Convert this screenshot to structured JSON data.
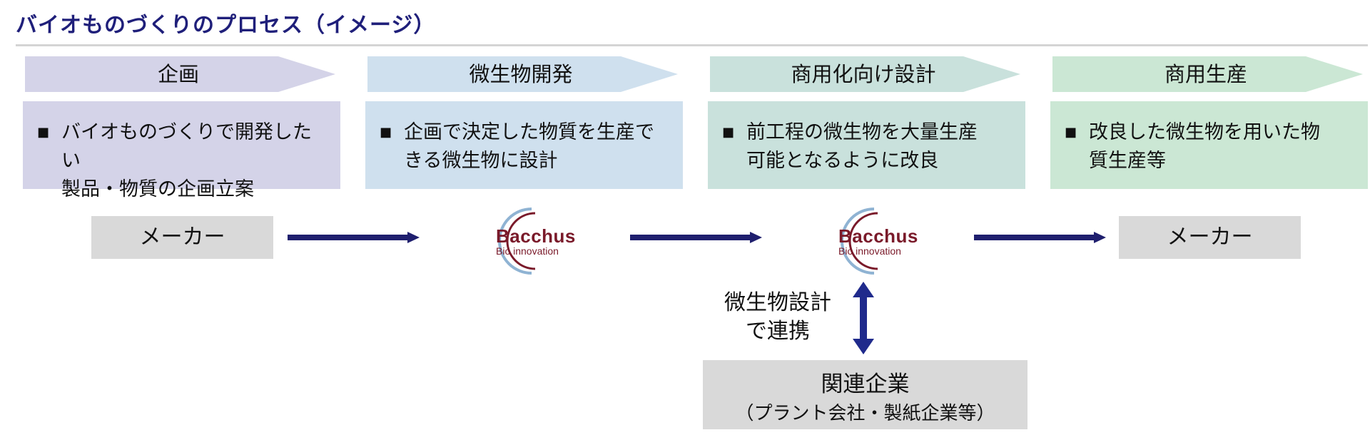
{
  "title": "バイオものづくりのプロセス（イメージ）",
  "stages": [
    {
      "label": "企画",
      "lines": [
        "バイオものづくりで開発したい",
        "製品・物質の企画立案"
      ]
    },
    {
      "label": "微生物開発",
      "lines": [
        "企画で決定した物質を生産で",
        "きる微生物に設計"
      ]
    },
    {
      "label": "商用化向け設計",
      "lines": [
        "前工程の微生物を大量生産",
        "可能となるように改良"
      ]
    },
    {
      "label": "商用生産",
      "lines": [
        "改良した微生物を用いた物",
        "質生産等"
      ]
    }
  ],
  "flow": {
    "maker_left": "メーカー",
    "maker_right": "メーカー",
    "logo_brand": "Bacchus",
    "logo_sub": "Bio innovation"
  },
  "collab": {
    "label_line1": "微生物設計",
    "label_line2": "で連携"
  },
  "related": {
    "title": "関連企業",
    "subtitle": "（プラント会社・製紙企業等）"
  },
  "colors": {
    "title": "#1f1f7a",
    "stage1": "#d4d3e8",
    "stage2": "#cfe0ee",
    "stage3": "#c9e1dc",
    "stage4": "#cbe7d4",
    "arrow": "#1f1f6e",
    "logo_red": "#7a1a2a",
    "logo_blue": "#8fb3d3",
    "gray_box": "#d9d9d9"
  }
}
